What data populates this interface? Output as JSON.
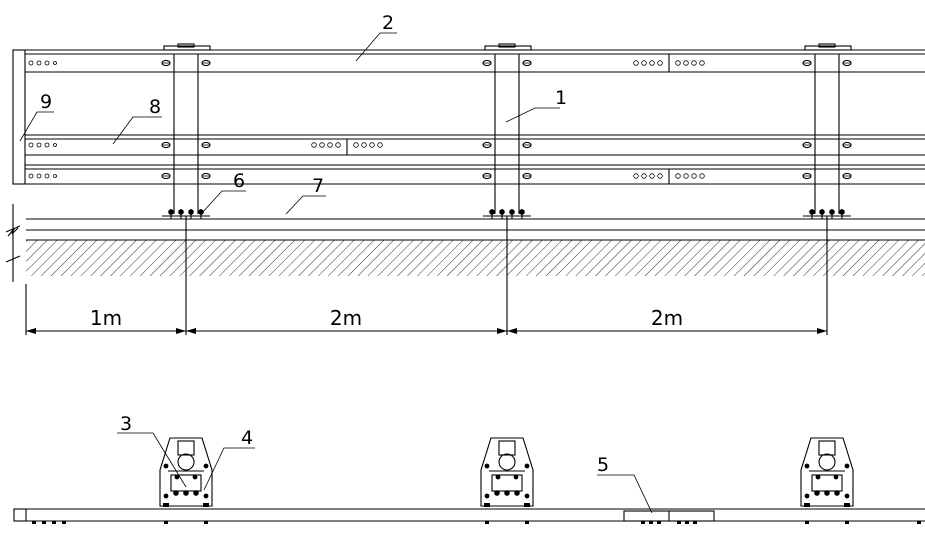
{
  "labels": {
    "post": "1",
    "top_rail": "2",
    "bracket": "3",
    "bolt": "4",
    "splice_plate": "5",
    "base_bolts": "6",
    "base_line": "7",
    "middle_rail": "8",
    "end_post": "9"
  },
  "dimensions": {
    "first_span": "1m",
    "second_span": "2m",
    "third_span": "2m"
  }
}
